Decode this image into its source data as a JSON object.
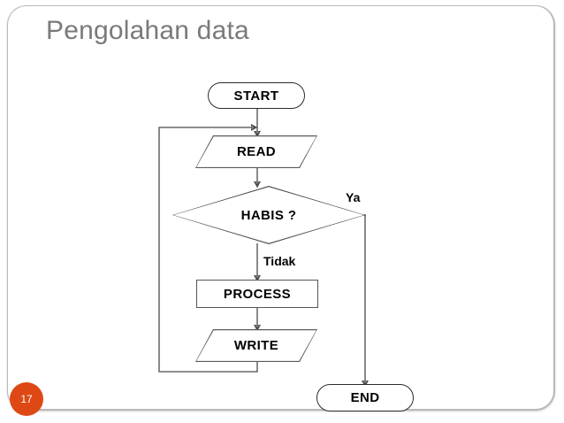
{
  "slide": {
    "title": "Pengolahan data",
    "number": "17",
    "accent_color": "#dd4814",
    "frame_border_color": "#b9b9b9",
    "title_color": "#7a7a7a"
  },
  "flowchart": {
    "nodes": [
      {
        "id": "start",
        "label": "START",
        "shape": "terminator"
      },
      {
        "id": "read",
        "label": "READ",
        "shape": "io"
      },
      {
        "id": "habis",
        "label": "HABIS ?",
        "shape": "decision"
      },
      {
        "id": "process",
        "label": "PROCESS",
        "shape": "process"
      },
      {
        "id": "write",
        "label": "WRITE",
        "shape": "io"
      },
      {
        "id": "end",
        "label": "END",
        "shape": "terminator"
      }
    ],
    "edge_labels": [
      {
        "id": "ya",
        "label": "Ya"
      },
      {
        "id": "tidak",
        "label": "Tidak"
      }
    ],
    "line_color": "#4a4a4a"
  }
}
